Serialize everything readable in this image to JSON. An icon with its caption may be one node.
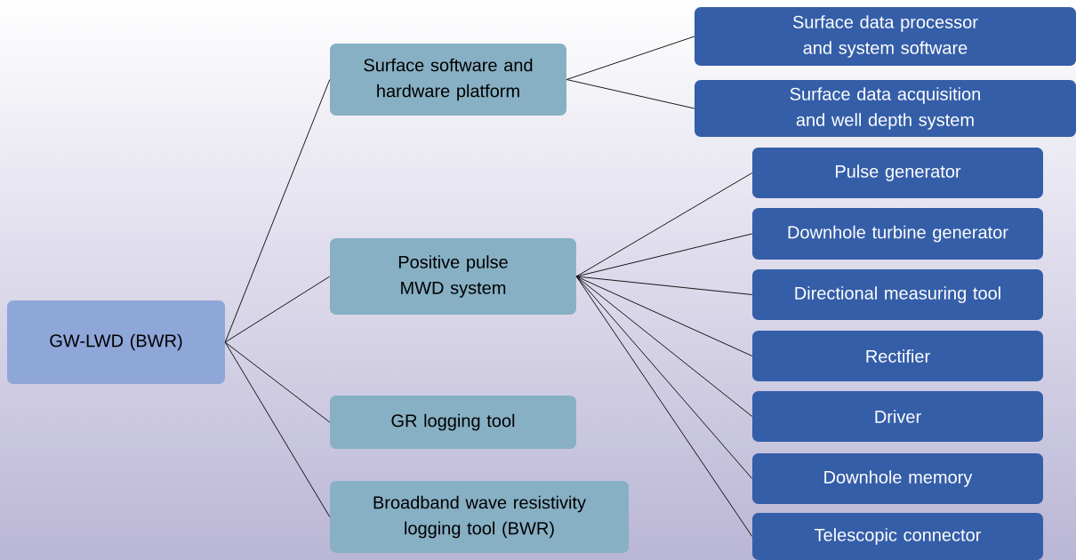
{
  "diagram": {
    "nodes": [
      {
        "text": [
          "GW-LWD (BWR)"
        ]
      },
      {
        "text": [
          "Surface software and hardware platform"
        ]
      },
      {
        "text": [
          "Positive pulse MWD system"
        ]
      },
      {
        "text": [
          "GR logging tool"
        ]
      },
      {
        "text": [
          "Broadband wave resistivity logging tool (BWR)"
        ]
      },
      {
        "text": [
          "Surface data processor and system software"
        ]
      },
      {
        "text": [
          "Surface data acquisition and well depth system"
        ]
      },
      {
        "text": [
          "Pulse generator"
        ]
      },
      {
        "text": [
          "Downhole turbine generator"
        ]
      },
      {
        "text": [
          "Directional measuring tool"
        ]
      },
      {
        "text": [
          "Rectifier"
        ]
      },
      {
        "text": [
          "Driver"
        ]
      },
      {
        "text": [
          "Downhole memory"
        ]
      },
      {
        "text": [
          "Telescopic connector"
        ]
      }
    ],
    "edges": [
      {
        "from": 0,
        "to": 1,
        "arrow": "none"
      },
      {
        "from": 0,
        "to": 2,
        "arrow": "none"
      },
      {
        "from": 0,
        "to": 3,
        "arrow": "none"
      },
      {
        "from": 0,
        "to": 4,
        "arrow": "none"
      },
      {
        "from": 1,
        "to": 5,
        "arrow": "none"
      },
      {
        "from": 1,
        "to": 6,
        "arrow": "none"
      },
      {
        "from": 2,
        "to": 7,
        "arrow": "none"
      },
      {
        "from": 2,
        "to": 8,
        "arrow": "none"
      },
      {
        "from": 2,
        "to": 9,
        "arrow": "none"
      },
      {
        "from": 2,
        "to": 10,
        "arrow": "none"
      },
      {
        "from": 2,
        "to": 11,
        "arrow": "none"
      },
      {
        "from": 2,
        "to": 12,
        "arrow": "none"
      },
      {
        "from": 2,
        "to": 13,
        "arrow": "none"
      }
    ]
  }
}
